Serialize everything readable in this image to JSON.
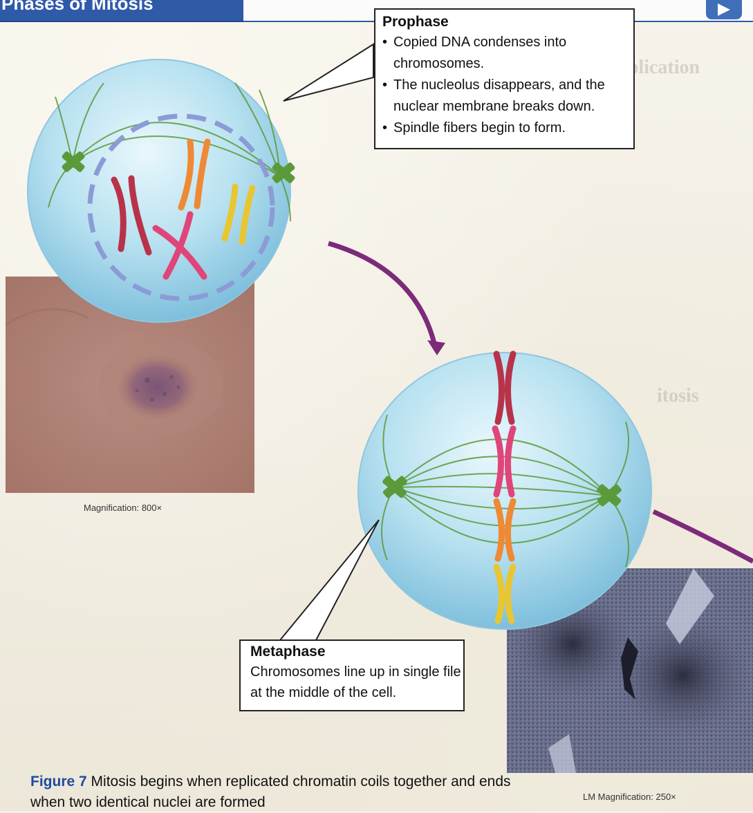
{
  "banner": {
    "title": "Phases of Mitosis"
  },
  "prophase": {
    "title": "Prophase",
    "bullets": [
      "Copied DNA condenses into chromosomes.",
      "The nucleolus disappears, and the nuclear membrane breaks down.",
      "Spindle fibers begin to form."
    ]
  },
  "metaphase": {
    "title": "Metaphase",
    "text": "Chromosomes line up in single file at the middle of the cell."
  },
  "photos": {
    "left_caption": "Magnification: 800×",
    "right_caption": "LM Magnification: 250×"
  },
  "figure": {
    "label": "Figure 7",
    "text": "Mitosis begins when replicated chromatin coils together and ends when two identical nuclei are formed"
  },
  "colors": {
    "banner_blue": "#2f5aa8",
    "cell_blue": "#a9d8ec",
    "centriole_green": "#5b9a3a",
    "arrow_purple": "#7d2a7a",
    "chromosome_red": "#b8334a",
    "chromosome_orange": "#ee8a35",
    "chromosome_yellow": "#e8c632",
    "chromosome_pink": "#e0457a"
  }
}
